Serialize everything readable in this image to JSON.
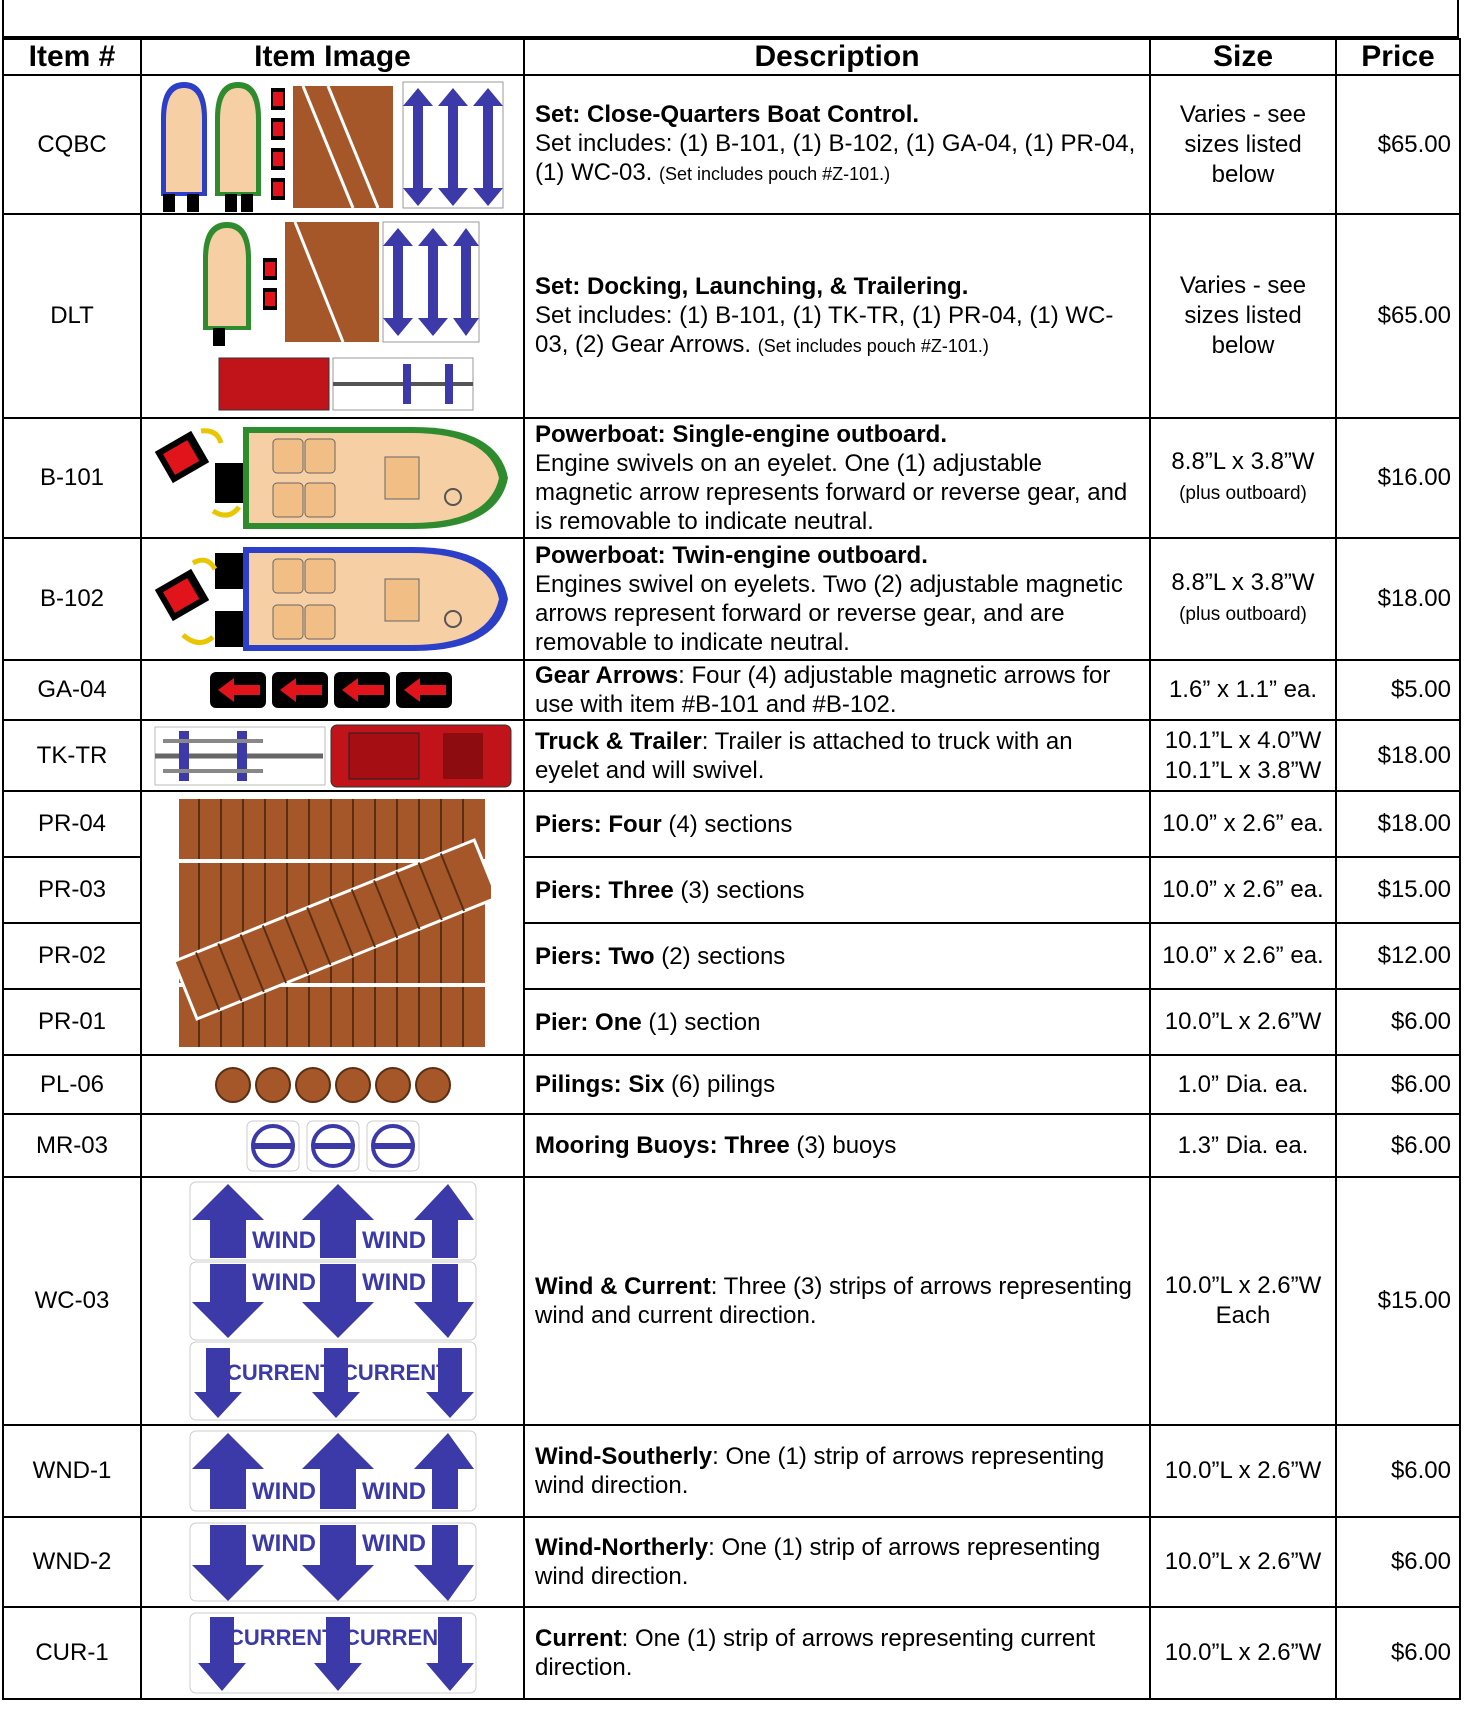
{
  "table": {
    "headers": [
      "Item #",
      "Item Image",
      "Description",
      "Size",
      "Price"
    ],
    "rows": {
      "cqbc": {
        "id": "CQBC",
        "title": "Set: Close-Quarters Boat Control.",
        "text": "Set includes: (1) B-101, (1) B-102, (1) GA-04, (1) PR-04, (1) WC-03.",
        "note": "(Set includes pouch #Z-101.)",
        "size": "Varies - see sizes listed below",
        "price": "$65.00"
      },
      "dlt": {
        "id": "DLT",
        "title": "Set: Docking, Launching, & Trailering.",
        "text": "Set includes: (1) B-101, (1) TK-TR, (1) PR-04, (1) WC-03, (2) Gear Arrows.",
        "note": "(Set includes pouch #Z-101.)",
        "size": "Varies - see sizes listed below",
        "price": "$65.00"
      },
      "b101": {
        "id": "B-101",
        "title": "Powerboat: Single-engine outboard.",
        "text": "Engine swivels on an eyelet. One (1) adjustable magnetic arrow represents forward or reverse gear, and is removable to indicate neutral.",
        "size": "8.8”L x 3.8”W",
        "size_note": "(plus outboard)",
        "price": "$16.00"
      },
      "b102": {
        "id": "B-102",
        "title": "Powerboat: Twin-engine outboard.",
        "text": "Engines swivel on eyelets. Two (2) adjustable magnetic arrows represent forward or reverse gear, and are removable to indicate neutral.",
        "size": "8.8”L x 3.8”W",
        "size_note": "(plus outboard)",
        "price": "$18.00"
      },
      "ga04": {
        "id": "GA-04",
        "title": "Gear Arrows",
        "text": ": Four (4) adjustable magnetic arrows for use with item #B-101 and #B-102.",
        "size": "1.6” x 1.1” ea.",
        "price": "$5.00"
      },
      "tktr": {
        "id": "TK-TR",
        "title": "Truck & Trailer",
        "text": ": Trailer is attached to truck with an eyelet and will swivel.",
        "size": "10.1”L x 4.0”W",
        "size2": "10.1”L x 3.8”W",
        "price": "$18.00"
      },
      "pr04": {
        "id": "PR-04",
        "title": "Piers: Four",
        "text": " (4) sections",
        "size": "10.0” x 2.6” ea.",
        "price": "$18.00"
      },
      "pr03": {
        "id": "PR-03",
        "title": "Piers: Three",
        "text": " (3) sections",
        "size": "10.0” x 2.6” ea.",
        "price": "$15.00"
      },
      "pr02": {
        "id": "PR-02",
        "title": "Piers: Two",
        "text": " (2) sections",
        "size": "10.0” x 2.6” ea.",
        "price": "$12.00"
      },
      "pr01": {
        "id": "PR-01",
        "title": "Pier: One",
        "text": " (1) section",
        "size": "10.0”L x 2.6”W",
        "price": "$6.00"
      },
      "pl06": {
        "id": "PL-06",
        "title": "Pilings: Six",
        "text": " (6) pilings",
        "size": "1.0” Dia. ea.",
        "price": "$6.00"
      },
      "mr03": {
        "id": "MR-03",
        "title": "Mooring Buoys: Three",
        "text": " (3) buoys",
        "size": "1.3” Dia. ea.",
        "price": "$6.00"
      },
      "wc03": {
        "id": "WC-03",
        "title": "Wind & Current",
        "text": ": Three (3) strips of arrows representing wind and current direction.",
        "size": "10.0”L x 2.6”W",
        "size2": "Each",
        "price": "$15.00"
      },
      "wnd1": {
        "id": "WND-1",
        "title": "Wind-Southerly",
        "text": ": One (1) strip of arrows representing wind direction.",
        "size": "10.0”L x 2.6”W",
        "price": "$6.00"
      },
      "wnd2": {
        "id": "WND-2",
        "title": "Wind-Northerly",
        "text": ": One (1) strip of arrows representing wind direction.",
        "size": "10.0”L x 2.6”W",
        "price": "$6.00"
      },
      "cur1": {
        "id": "CUR-1",
        "title": "Current",
        "text": ": One (1) strip of arrows representing current direction.",
        "size": "10.0”L x 2.6”W",
        "price": "$6.00"
      }
    }
  },
  "image_labels": {
    "wind": "WIND",
    "current": "CURRENT"
  },
  "colors": {
    "wind_blue": "#3b3aa8",
    "pier_brown": "#a5572a",
    "boat_green": "#2e8b2e",
    "boat_blue": "#2b3fc8",
    "arrow_red": "#e0141a",
    "truck_red": "#c0141a",
    "hull_tan": "#f7cfa4"
  }
}
